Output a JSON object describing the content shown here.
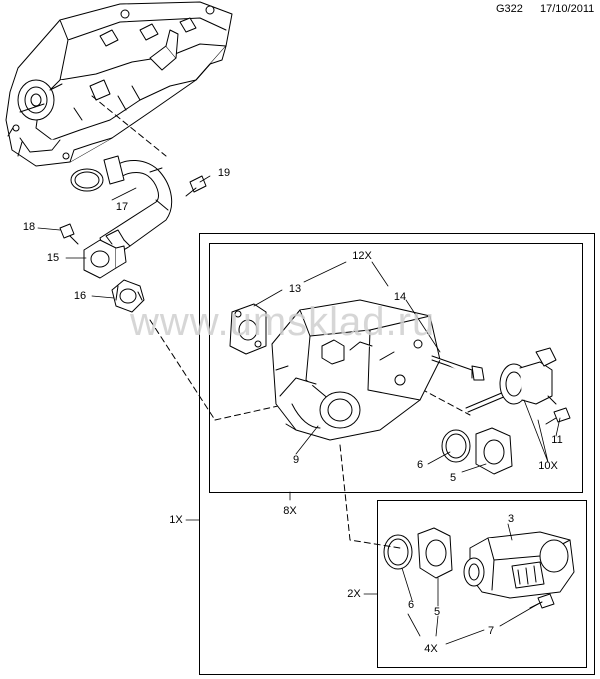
{
  "header": {
    "drawing_code": "G322",
    "date": "17/10/2011"
  },
  "watermark": "www.umsklad.ru",
  "callouts": {
    "c3": "3",
    "c5a": "5",
    "c5b": "5",
    "c6a": "6",
    "c6b": "6",
    "c7": "7",
    "c9": "9",
    "c11": "11",
    "c13": "13",
    "c14": "14",
    "c15": "15",
    "c16": "16",
    "c17": "17",
    "c18": "18",
    "c19": "19",
    "c1x": "1X",
    "c2x": "2X",
    "c4x": "4X",
    "c8x": "8X",
    "c10x": "10X",
    "c12x": "12X"
  },
  "colors": {
    "line": "#000000",
    "part_fill": "#ffffff",
    "shade": "#c8c8c8",
    "watermark": "#d0d0d0"
  }
}
